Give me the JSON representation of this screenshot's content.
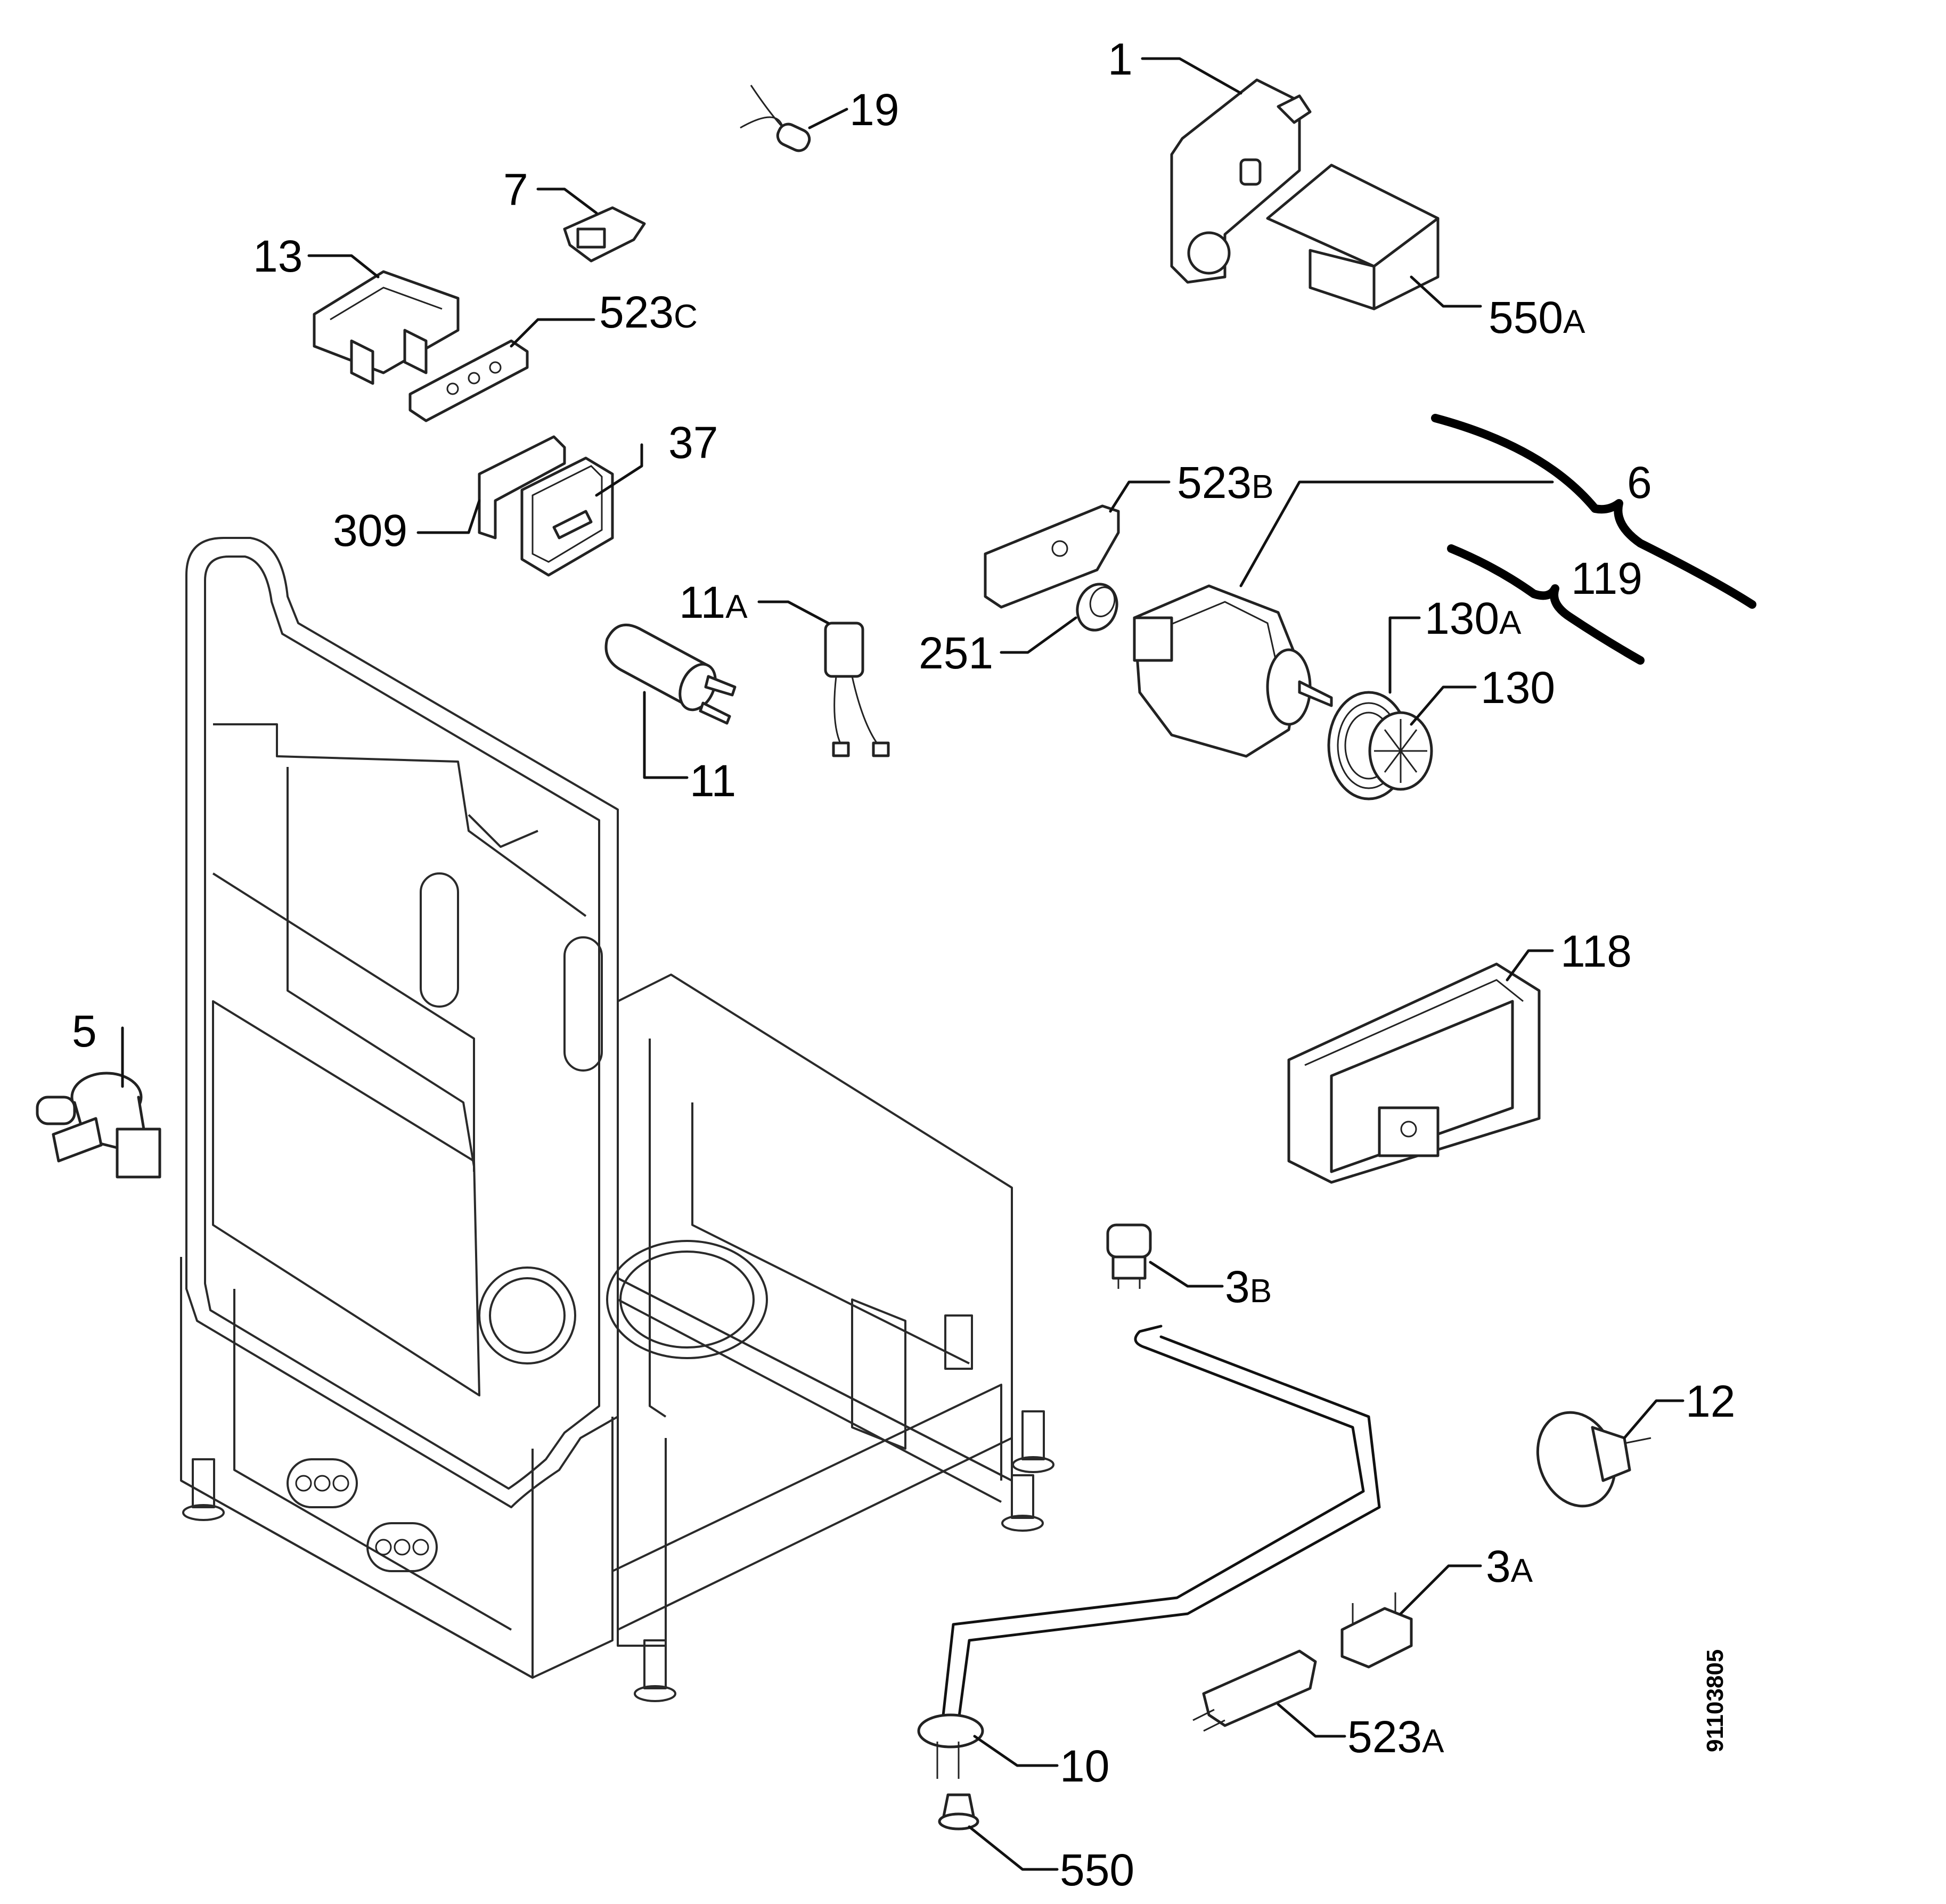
{
  "diagram": {
    "document_number": "91103805",
    "callouts": [
      {
        "id": "c-1",
        "num": "1",
        "suffix": ""
      },
      {
        "id": "c-19",
        "num": "19",
        "suffix": ""
      },
      {
        "id": "c-7",
        "num": "7",
        "suffix": ""
      },
      {
        "id": "c-13",
        "num": "13",
        "suffix": ""
      },
      {
        "id": "c-523c",
        "num": "523",
        "suffix": "C"
      },
      {
        "id": "c-550a",
        "num": "550",
        "suffix": "A"
      },
      {
        "id": "c-37",
        "num": "37",
        "suffix": ""
      },
      {
        "id": "c-309",
        "num": "309",
        "suffix": ""
      },
      {
        "id": "c-523b",
        "num": "523",
        "suffix": "B"
      },
      {
        "id": "c-6",
        "num": "6",
        "suffix": ""
      },
      {
        "id": "c-119",
        "num": "119",
        "suffix": ""
      },
      {
        "id": "c-11a",
        "num": "11",
        "suffix": "A"
      },
      {
        "id": "c-251",
        "num": "251",
        "suffix": ""
      },
      {
        "id": "c-130a",
        "num": "130",
        "suffix": "A"
      },
      {
        "id": "c-130",
        "num": "130",
        "suffix": ""
      },
      {
        "id": "c-11",
        "num": "11",
        "suffix": ""
      },
      {
        "id": "c-118",
        "num": "118",
        "suffix": ""
      },
      {
        "id": "c-5",
        "num": "5",
        "suffix": ""
      },
      {
        "id": "c-3b",
        "num": "3",
        "suffix": "B"
      },
      {
        "id": "c-12",
        "num": "12",
        "suffix": ""
      },
      {
        "id": "c-3a",
        "num": "3",
        "suffix": "A"
      },
      {
        "id": "c-523a",
        "num": "523",
        "suffix": "A"
      },
      {
        "id": "c-10",
        "num": "10",
        "suffix": ""
      },
      {
        "id": "c-550",
        "num": "550",
        "suffix": ""
      }
    ]
  }
}
